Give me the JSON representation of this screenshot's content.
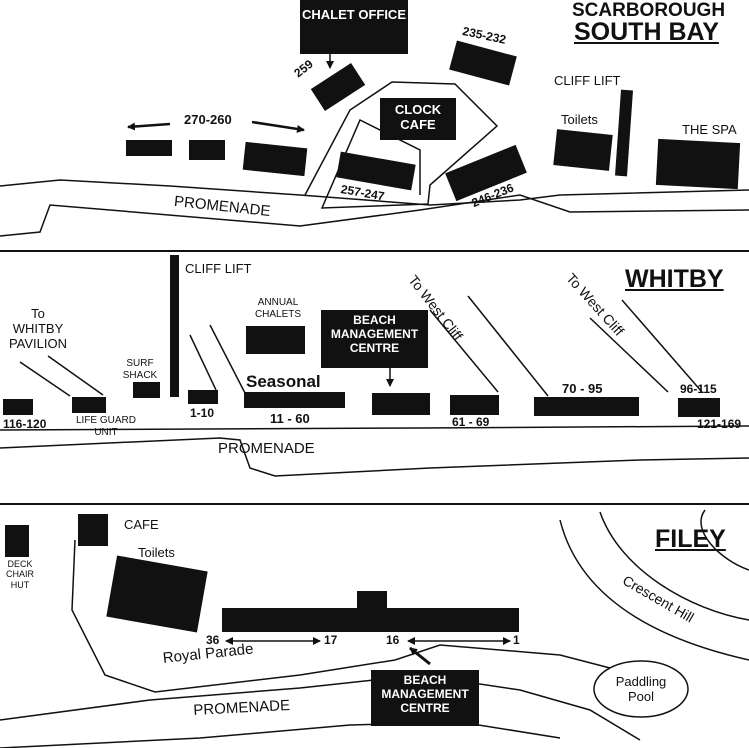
{
  "scarborough": {
    "title_line1": "SCARBOROUGH",
    "title_line2": "SOUTH BAY",
    "chalet_office": "CHALET OFFICE",
    "clock_cafe": "CLOCK CAFE",
    "cliff_lift": "CLIFF LIFT",
    "toilets": "Toilets",
    "the_spa": "THE SPA",
    "promenade": "PROMENADE",
    "chalets_259": "259",
    "chalets_235_232": "235-232",
    "chalets_270_260": "270-260",
    "chalets_257_247": "257-247",
    "chalets_246_236": "246-236"
  },
  "whitby": {
    "title": "WHITBY",
    "cliff_lift": "CLIFF LIFT",
    "to_pavilion": "To WHITBY PAVILION",
    "surf_shack": "SURF SHACK",
    "annual_chalets": "ANNUAL CHALETS",
    "beach_centre": "BEACH MANAGEMENT CENTRE",
    "to_west_cliff_1": "To West Cliff",
    "to_west_cliff_2": "To West Cliff",
    "seasonal": "Seasonal",
    "life_guard": "LIFE GUARD UNIT",
    "chalets_116_120": "116-120",
    "chalets_1_10": "1-10",
    "chalets_11_60": "11 - 60",
    "chalets_61_69": "61 - 69",
    "chalets_70_95": "70 - 95",
    "chalets_96_115": "96-115",
    "chalets_121_169": "121-169",
    "promenade": "PROMENADE"
  },
  "filey": {
    "title": "FILEY",
    "deck_chair_hut": "DECK CHAIR HUT",
    "cafe": "CAFE",
    "toilets": "Toilets",
    "crescent_hill": "Crescent Hill",
    "paddling_pool": "Paddling Pool",
    "num_36": "36",
    "num_17": "17",
    "num_16": "16",
    "num_1": "1",
    "royal_parade": "Royal Parade",
    "beach_centre": "BEACH MANAGEMENT CENTRE",
    "promenade": "PROMENADE"
  }
}
